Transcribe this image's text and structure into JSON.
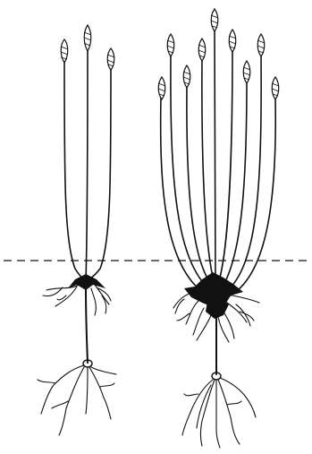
{
  "figure": {
    "plants": [
      {
        "id": "plant-left",
        "tillers": 3
      },
      {
        "id": "plant-right",
        "tillers": 9
      }
    ],
    "soil_line": "dashed"
  }
}
